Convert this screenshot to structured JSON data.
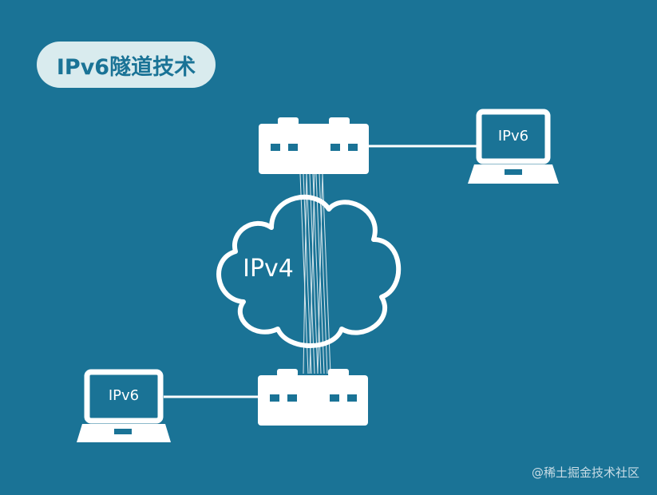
{
  "title": "IPv6隧道技术",
  "cloud_label": "IPv4",
  "laptop_top_label": "IPv6",
  "laptop_bottom_label": "IPv6",
  "watermark": "@稀土掘金技术社区",
  "colors": {
    "background": "#1a7396",
    "title_pill": "#d9ebee",
    "foreground": "#ffffff"
  }
}
